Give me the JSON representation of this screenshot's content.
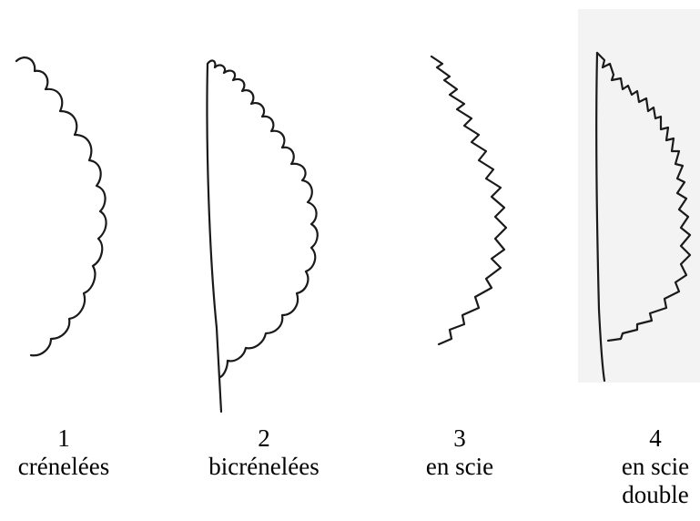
{
  "figure": {
    "panels": [
      {
        "number": "1",
        "label": "crénelées",
        "margin_type": "crenate"
      },
      {
        "number": "2",
        "label": "bicrénelées",
        "margin_type": "doubly-crenate"
      },
      {
        "number": "3",
        "label": "en scie",
        "margin_type": "serrate"
      },
      {
        "number": "4",
        "label_line1": "en scie",
        "label_line2": "double",
        "margin_type": "doubly-serrate"
      }
    ],
    "colors": {
      "ink": "#1a1a1a",
      "panel4_background": "#f3f3f3"
    }
  }
}
